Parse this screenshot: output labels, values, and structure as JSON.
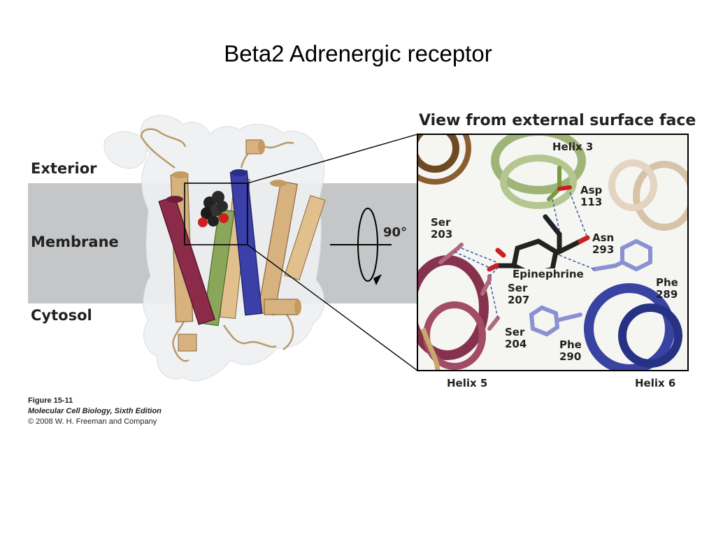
{
  "title": "Beta2 Adrenergic receptor",
  "left_panel": {
    "exterior": "Exterior",
    "membrane": "Membrane",
    "cytosol": "Cytosol"
  },
  "rotation": {
    "label": "90°"
  },
  "right_panel": {
    "heading": "View from external surface face",
    "helix3": "Helix 3",
    "asp_name": "Asp",
    "asp_num": "113",
    "ser203_name": "Ser",
    "ser203_num": "203",
    "asn_name": "Asn",
    "asn_num": "293",
    "epinephrine": "Epinephrine",
    "ser207_name": "Ser",
    "ser207_num": "207",
    "phe289_name": "Phe",
    "phe289_num": "289",
    "ser204_name": "Ser",
    "ser204_num": "204",
    "phe290_name": "Phe",
    "phe290_num": "290",
    "helix5": "Helix 5",
    "helix6": "Helix 6"
  },
  "caption": {
    "figure": "Figure 15-11",
    "book": "Molecular Cell Biology, Sixth Edition",
    "copyright": "© 2008 W. H. Freeman and Company"
  },
  "colors": {
    "membrane_band": "#c4c6c8",
    "tan_helix": "#d8b27e",
    "maroon_helix": "#8c2a4a",
    "green_helix": "#8aa65a",
    "blue_helix": "#3b3fa8",
    "surface": "#eef0f2"
  }
}
